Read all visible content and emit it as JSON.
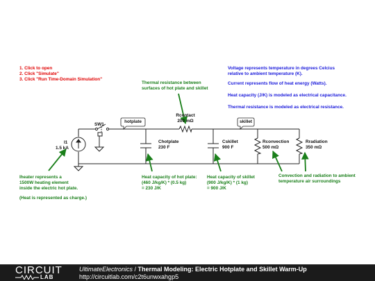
{
  "instructions": [
    "1. Click to open",
    "2. Click \"Simulate\"",
    "3. Click \"Run Time-Domain Simulation\""
  ],
  "notes": [
    "Voltage represents temperature in degrees Celcius",
    "relative to ambient temperature (K).",
    "Current represents flow of heat energy (Watts).",
    "Heat capacity (J/K) is modeled as electrical capacitance.",
    "Thermal resistance is modeled as electrical resistance."
  ],
  "components": {
    "source": {
      "name": "I1",
      "value": "1.5 kA"
    },
    "switch": {
      "name": "SW1"
    },
    "chotplate": {
      "name": "Chotplate",
      "value": "230 F"
    },
    "rcontact": {
      "name": "Rcontact",
      "value": "200 mΩ"
    },
    "cskillet": {
      "name": "Cskillet",
      "value": "900 F"
    },
    "rconvection": {
      "name": "Rconvection",
      "value": "500 mΩ"
    },
    "rradiation": {
      "name": "Rradiation",
      "value": "350 mΩ"
    }
  },
  "node_labels": {
    "hotplate": "hotplate",
    "skillet": "skillet"
  },
  "annotations": {
    "thermal_resistance": [
      "Thermal resistance between",
      "surfaces of hot plate and skillet"
    ],
    "iheater": [
      "Iheater represents a",
      "1500W heating element",
      "inside the electric hot plate."
    ],
    "heat_charge": "(Heat is represented as charge.)",
    "hotplate_capacity": [
      "Heat capacity of hot plate:",
      "(460 J/kg/K) * (0.5 kg)",
      "= 230 J/K"
    ],
    "skillet_capacity": [
      "Heat capacity of skillet",
      "(900 J/kg/K) * (1 kg)",
      "= 900 J/K"
    ],
    "convection": [
      "Convection and radiation to ambient",
      "temperature air surroundings"
    ]
  },
  "footer": {
    "logo_top": "CIRCUIT",
    "logo_bottom": "LAB",
    "brand": "UltimateElectronics",
    "separator": " / ",
    "title": "Thermal Modeling: Electric Hotplate and Skillet Warm-Up",
    "url": "http://circuitlab.com/c2t6unwxahgp5"
  },
  "colors": {
    "instructions": "#e00000",
    "notes": "#1a1adb",
    "annotations": "#1a7f1a",
    "wire": "#222222",
    "footer": "#1b1b1b"
  }
}
